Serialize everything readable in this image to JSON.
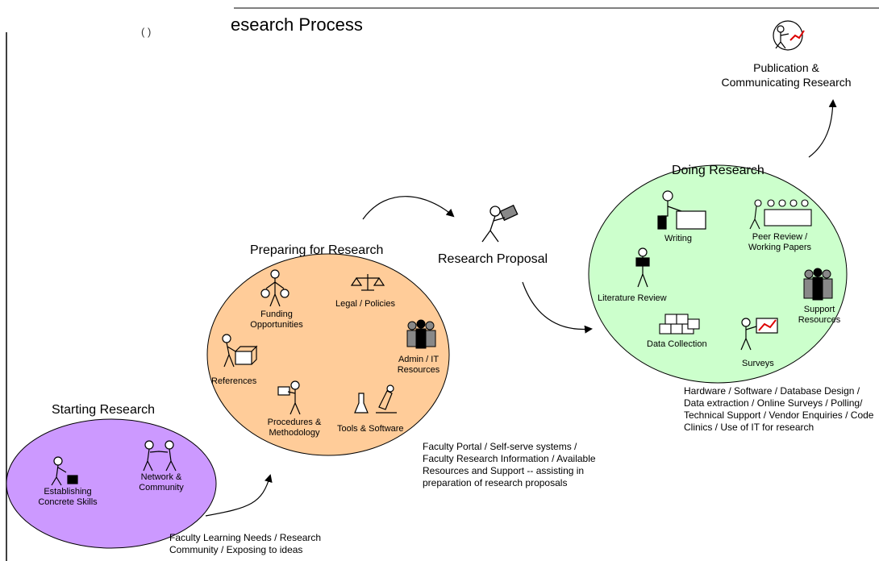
{
  "title": "esearch Process",
  "title_prefix_fragment": "( )",
  "stages": {
    "starting": {
      "label": "Starting Research",
      "color": "#cc99ff",
      "items": [
        "Establishing Concrete Skills",
        "Network & Community"
      ],
      "note": "Faculty Learning Needs / Research Community / Exposing to ideas"
    },
    "preparing": {
      "label": "Preparing for Research",
      "color": "#ffcc99",
      "items": [
        "Funding Opportunities",
        "Legal / Policies",
        "Admin / IT Resources",
        "References",
        "Procedures & Methodology",
        "Tools & Software"
      ],
      "note": "Faculty Portal / Self-serve systems / Faculty Research Information / Available Resources and Support -- assisting in preparation of research proposals"
    },
    "proposal": {
      "label": "Research Proposal"
    },
    "doing": {
      "label": "Doing Research",
      "color": "#ccffcc",
      "items": [
        "Writing",
        "Peer Review / Working Papers",
        "Literature Review",
        "Support Resources",
        "Data Collection",
        "Surveys"
      ],
      "note": "Hardware / Software / Database Design / Data extraction / Online Surveys / Polling/ Technical Support / Vendor Enquiries / Code Clinics / Use of IT for research"
    },
    "publication": {
      "label_line1": "Publication &",
      "label_line2": "Communicating Research"
    }
  }
}
